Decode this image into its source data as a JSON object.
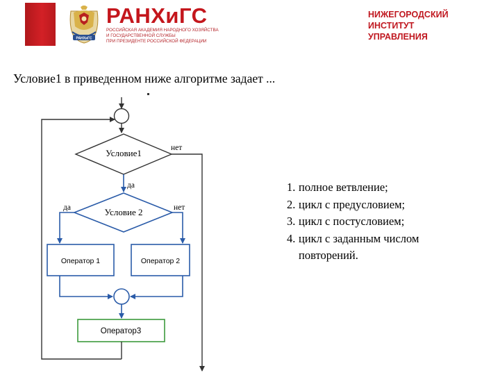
{
  "header": {
    "brand_name": "РАНХиГС",
    "brand_subtitle": [
      "Российская академия народного хозяйства",
      "и государственной службы",
      "при президенте российской федерации"
    ],
    "institute_lines": [
      "НИЖЕГОРОДСКИЙ",
      "ИНСТИТУТ",
      "УПРАВЛЕНИЯ"
    ],
    "emblem_ribbon": "РАНХиГС"
  },
  "question": "Условие1 в приведенном ниже алгоритме задает ...",
  "flowchart": {
    "condition1": "Условие1",
    "condition1_yes": "да",
    "condition1_no": "нет",
    "condition2": "Условие 2",
    "condition2_yes": "да",
    "condition2_no": "нет",
    "operator1": "Оператор 1",
    "operator2": "Оператор 2",
    "operator3": "Оператор3"
  },
  "answers": [
    {
      "num": "1.",
      "text": "полное ветвление;"
    },
    {
      "num": "2.",
      "text": "цикл с предусловием;"
    },
    {
      "num": "3.",
      "text": "цикл с постусловием;"
    },
    {
      "num": "4.",
      "text": "цикл с заданным числом"
    },
    {
      "num": "",
      "text": "повторений."
    }
  ],
  "colors": {
    "brand_red": "#c4161c",
    "flow_blue": "#2a5ba8",
    "flow_green": "#3c9a3c",
    "line_gray": "#333333"
  }
}
